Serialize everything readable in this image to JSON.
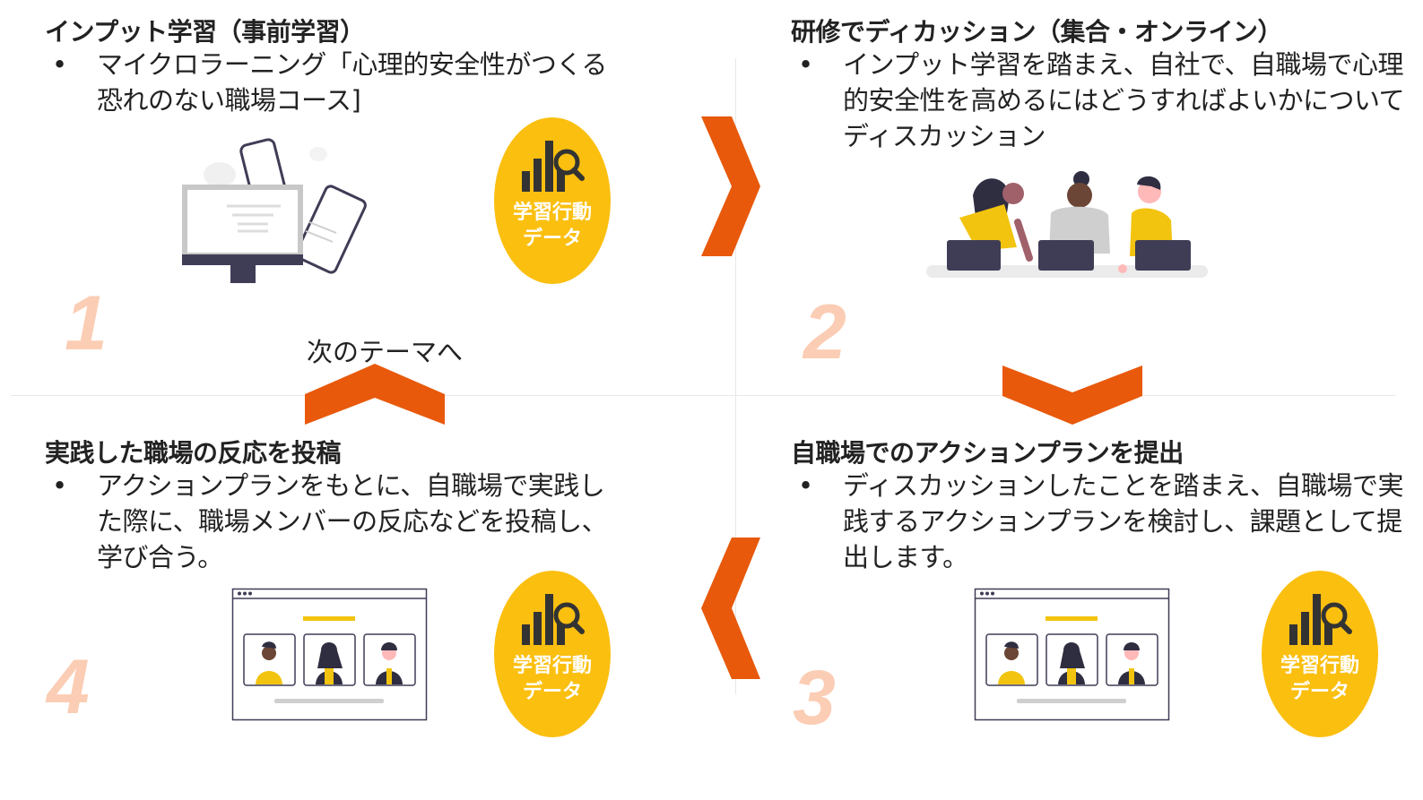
{
  "colors": {
    "accent": "#e8590c",
    "badge": "#fbbf10",
    "number": "#fbcdb4",
    "figure_yellow": "#f2c40f",
    "device": "#3f3d56"
  },
  "steps": [
    {
      "number": "1",
      "title": "インプット学習（事前学習）",
      "bullet": "•",
      "lines": [
        "マイクロラーニング「心理的安全性がつくる",
        "恐れのない職場コース]"
      ]
    },
    {
      "number": "2",
      "title": "研修でディカッション（集合・オンライン）",
      "bullet": "•",
      "lines": [
        "インプット学習を踏まえ、自社で、自職場で心理",
        "的安全性を高めるにはどうすればよいかについて",
        "ディスカッション"
      ]
    },
    {
      "number": "3",
      "title": "自職場でのアクションプランを提出",
      "bullet": "•",
      "lines": [
        "ディスカッションしたことを踏まえ、自職場で実",
        "践するアクションプランを検討し、課題として提",
        "出します。"
      ]
    },
    {
      "number": "4",
      "title": "実践した職場の反応を投稿",
      "bullet": "•",
      "lines": [
        "アクションプランをもとに、自職場で実践し",
        "た際に、職場メンバーの反応などを投稿し、",
        "学び合う。"
      ]
    }
  ],
  "badge": {
    "line1": "学習行動",
    "line2": "データ",
    "icon": "bar-chart-search-icon"
  },
  "next_theme": "次のテーマへ"
}
